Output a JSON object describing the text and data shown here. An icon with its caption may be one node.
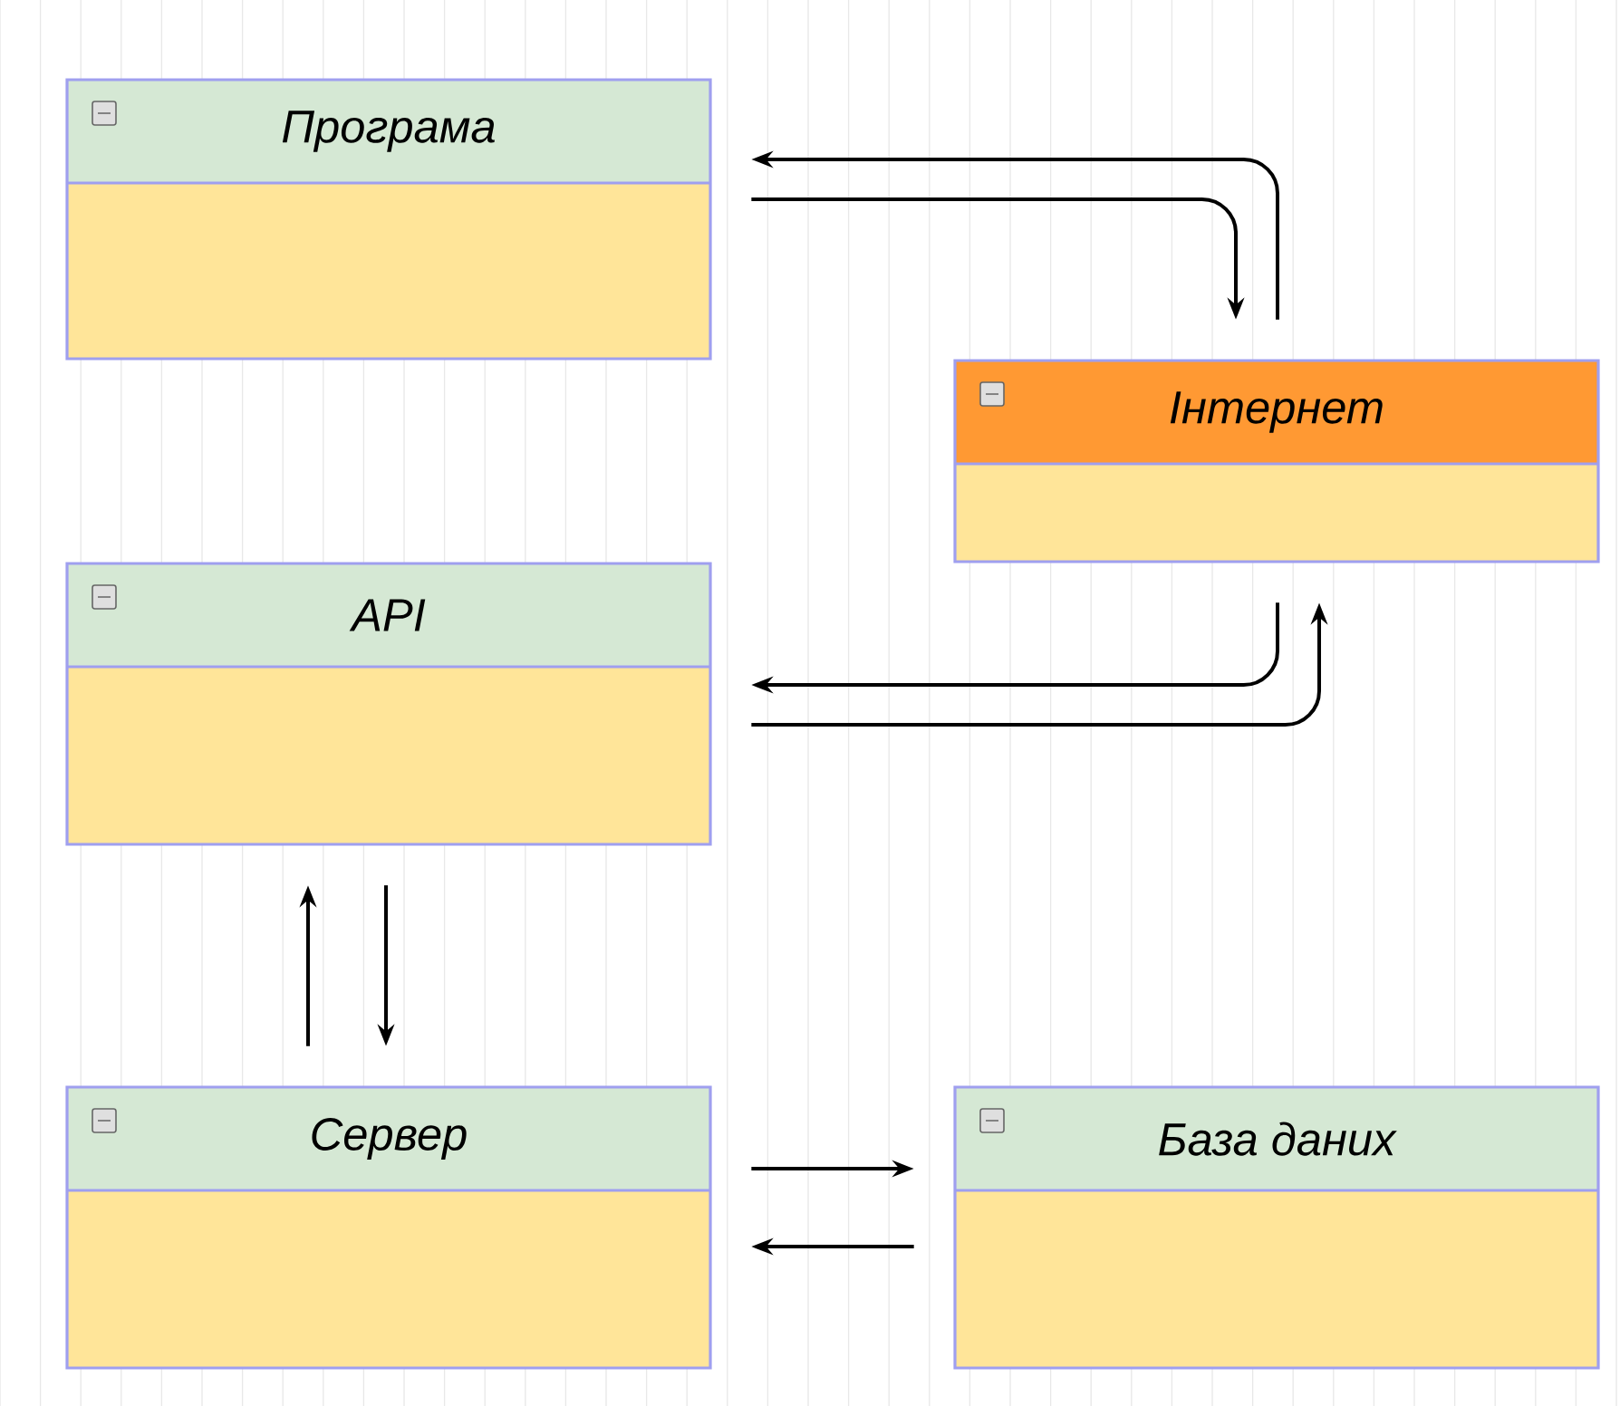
{
  "diagram": {
    "nodes": [
      {
        "text": [
          "Програма"
        ]
      },
      {
        "text": [
          "Інтернет"
        ]
      },
      {
        "text": [
          "API"
        ]
      },
      {
        "text": [
          "Сервер"
        ]
      },
      {
        "text": [
          "База даних"
        ]
      }
    ],
    "edges": [
      {
        "from": 0,
        "to": 1,
        "arrow": "to"
      },
      {
        "from": 1,
        "to": 0,
        "arrow": "to"
      },
      {
        "from": 1,
        "to": 2,
        "arrow": "to"
      },
      {
        "from": 2,
        "to": 1,
        "arrow": "to"
      },
      {
        "from": 3,
        "to": 2,
        "arrow": "to"
      },
      {
        "from": 2,
        "to": 3,
        "arrow": "to"
      },
      {
        "from": 3,
        "to": 4,
        "arrow": "to"
      },
      {
        "from": 4,
        "to": 3,
        "arrow": "to"
      }
    ]
  }
}
